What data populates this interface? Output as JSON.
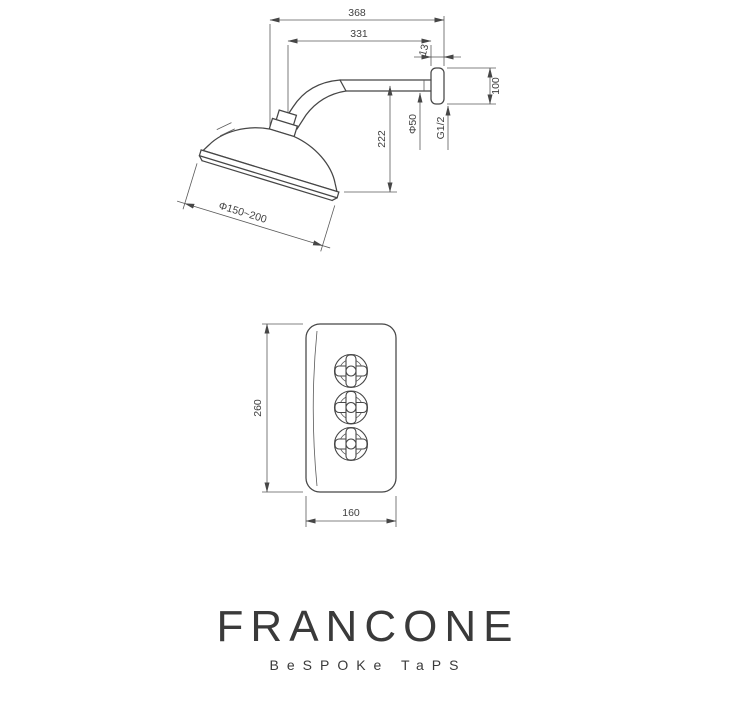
{
  "page": {
    "background": "#ffffff",
    "line_color": "#464646",
    "text_color": "#3f3f3f"
  },
  "shower_drawing": {
    "dims": {
      "width_total": "368",
      "width_arm": "331",
      "flange_thickness": "13",
      "flange_height": "100",
      "pipe_diameter": "Φ50",
      "thread": "G1/2",
      "drop_height": "222",
      "head_diameter": "Φ150~200"
    }
  },
  "valve_drawing": {
    "dims": {
      "height": "260",
      "width": "160"
    }
  },
  "logo": {
    "brand": "FRANCONE",
    "tagline": "BeSPOKe TaPS"
  }
}
